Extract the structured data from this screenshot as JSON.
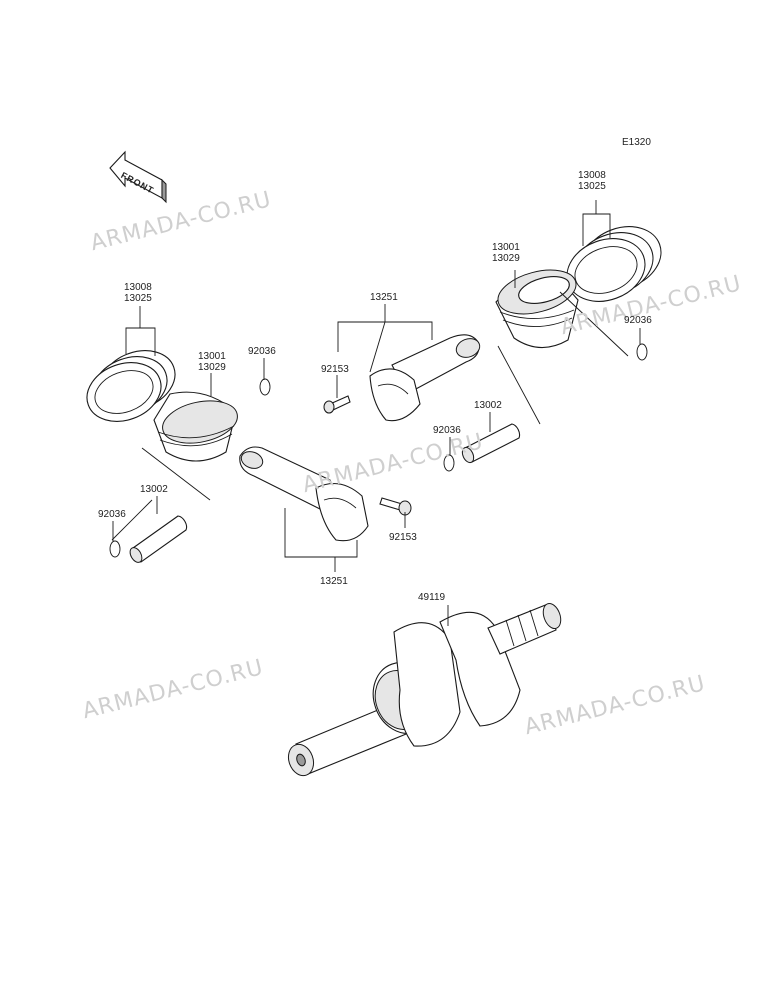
{
  "diagram_code": "E1320",
  "front_label": "FRONT",
  "watermark": "ARMADA-CO.RU",
  "labels": {
    "rings_right": [
      "13008",
      "13025"
    ],
    "piston_right": [
      "13001",
      "13029"
    ],
    "rings_left": [
      "13008",
      "13025"
    ],
    "piston_left": [
      "13001",
      "13029"
    ],
    "conrod_top": "13251",
    "conrod_bottom": "13251",
    "bolt_top": "92153",
    "bolt_bottom": "92153",
    "clip_left_top": "92036",
    "clip_left_bottom": "92036",
    "clip_right_top": "92036",
    "clip_right_mid": "92036",
    "pin_left": "13002",
    "pin_right": "13002",
    "crankshaft": "49119"
  }
}
